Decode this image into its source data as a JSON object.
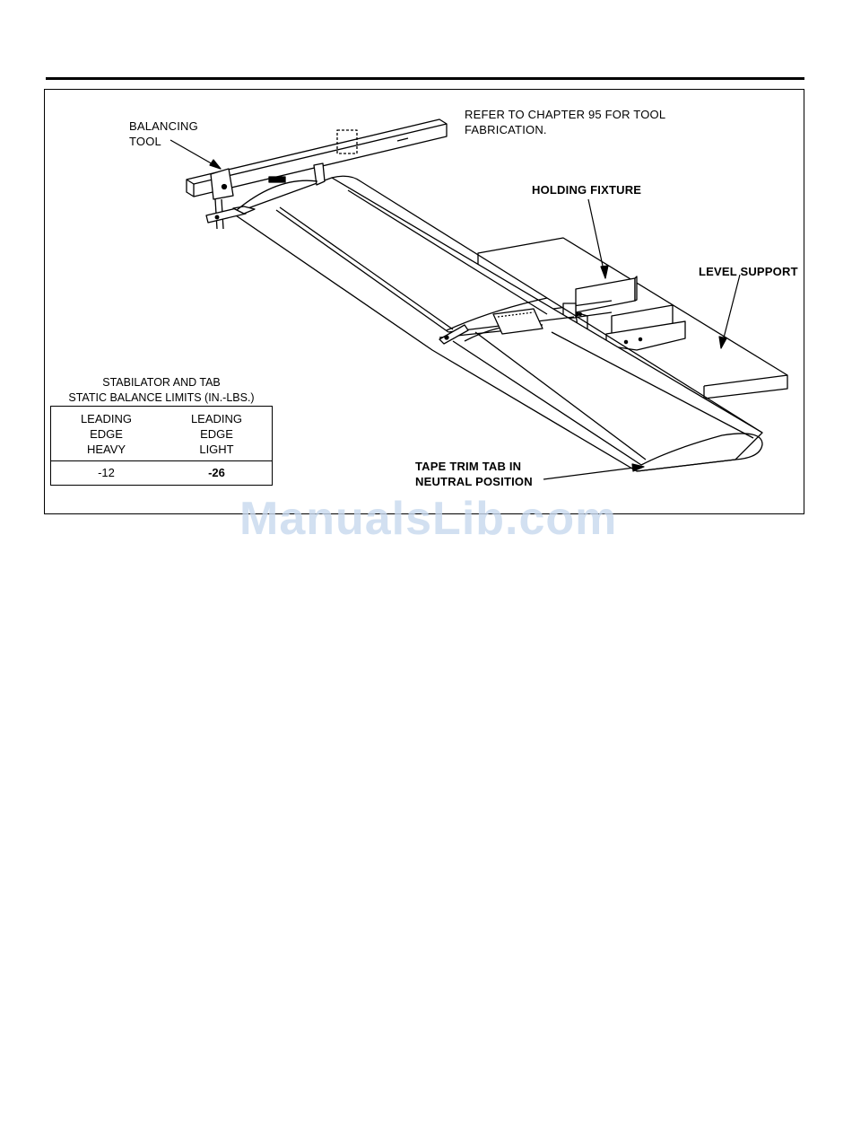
{
  "figure": {
    "labels": {
      "balancing_tool_1": "BALANCING",
      "balancing_tool_2": "TOOL",
      "refer_1": "REFER TO CHAPTER 95 FOR TOOL",
      "refer_2": "FABRICATION.",
      "holding_fixture": "HOLDING FIXTURE",
      "level_support": "LEVEL SUPPORT",
      "tape_trim_1": "TAPE TRIM TAB IN",
      "tape_trim_2": "NEUTRAL POSITION"
    },
    "limits_table": {
      "title_1": "STABILATOR AND TAB",
      "title_2": "STATIC BALANCE LIMITS (IN.-LBS.)",
      "headers": [
        [
          "LEADING",
          "EDGE",
          "HEAVY"
        ],
        [
          "LEADING",
          "EDGE",
          "LIGHT"
        ]
      ],
      "values": [
        "-12",
        "-26"
      ]
    }
  },
  "watermark": "ManualsLib.com"
}
